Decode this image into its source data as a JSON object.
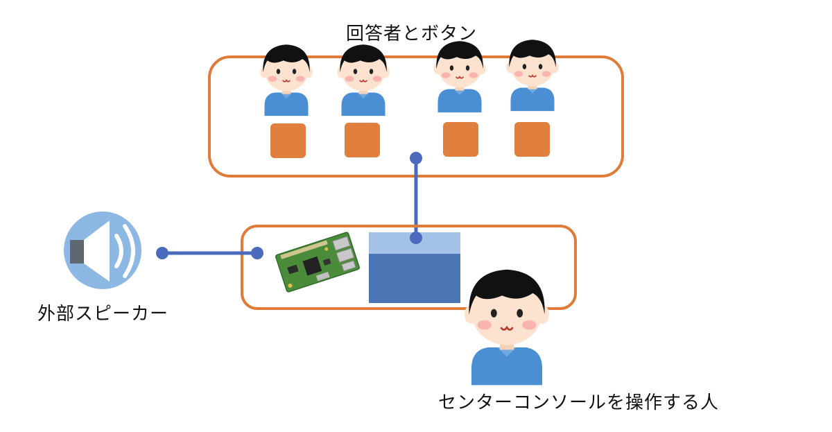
{
  "labels": {
    "respondents_and_buttons": "回答者とボタン",
    "external_speaker": "外部スピーカー",
    "console_operator": "センターコンソールを操作する人"
  },
  "colors": {
    "group_border": "#e07b39",
    "button_fill": "#e07f3e",
    "connector": "#4a6bbd",
    "speaker_circle": "#8db8e4",
    "screen_top": "#a4c2e8",
    "screen_body": "#4a76b6",
    "pcb_green": "#4a8c3a",
    "person_shirt": "#4a8fd3",
    "person_hair": "#111111",
    "person_skin": "#fde3cf"
  },
  "icons": {
    "respondent": "person-icon",
    "answer_button": "square-button-icon",
    "speaker": "speaker-icon",
    "raspberry_pi": "circuit-board-icon",
    "console_screen": "monitor-icon",
    "operator": "person-icon"
  }
}
